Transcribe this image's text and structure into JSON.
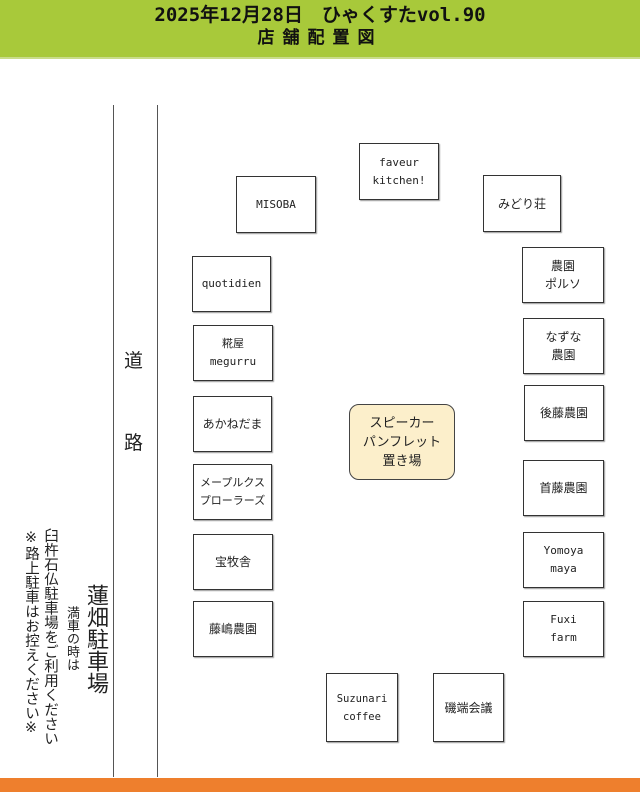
{
  "header": {
    "title": "2025年12月28日　ひゃくすたvol.90",
    "subtitle": "店舗配置図"
  },
  "road": {
    "char1": "道",
    "char2": "路"
  },
  "parking": {
    "name": "蓮畑駐車場",
    "note1": "満車の時は",
    "note2": "臼杵石仏駐車場をご利用ください",
    "note3": "※路上駐車はお控えください※"
  },
  "center": {
    "label": "スピーカー\nパンフレット\n置き場"
  },
  "booths": [
    {
      "l1": "faveur",
      "l2": "kitchen!"
    },
    {
      "l1": "MISOBA"
    },
    {
      "l1": "みどり荘"
    },
    {
      "l1": "quotidien"
    },
    {
      "l1": "糀屋",
      "l2": "megurru"
    },
    {
      "l1": "あかねだま"
    },
    {
      "l1": "メープルクス",
      "l2": "プローラーズ"
    },
    {
      "l1": "宝牧舎"
    },
    {
      "l1": "藤嶋農園"
    },
    {
      "l1": "農園",
      "l2": "ポルソ"
    },
    {
      "l1": "なずな",
      "l2": "農園"
    },
    {
      "l1": "後藤農園"
    },
    {
      "l1": "首藤農園"
    },
    {
      "l1": "Yomoya",
      "l2": "maya"
    },
    {
      "l1": "Fuxi",
      "l2": "farm"
    },
    {
      "l1": "Suzunari",
      "l2": "coffee"
    },
    {
      "l1": "磯端会議"
    }
  ]
}
